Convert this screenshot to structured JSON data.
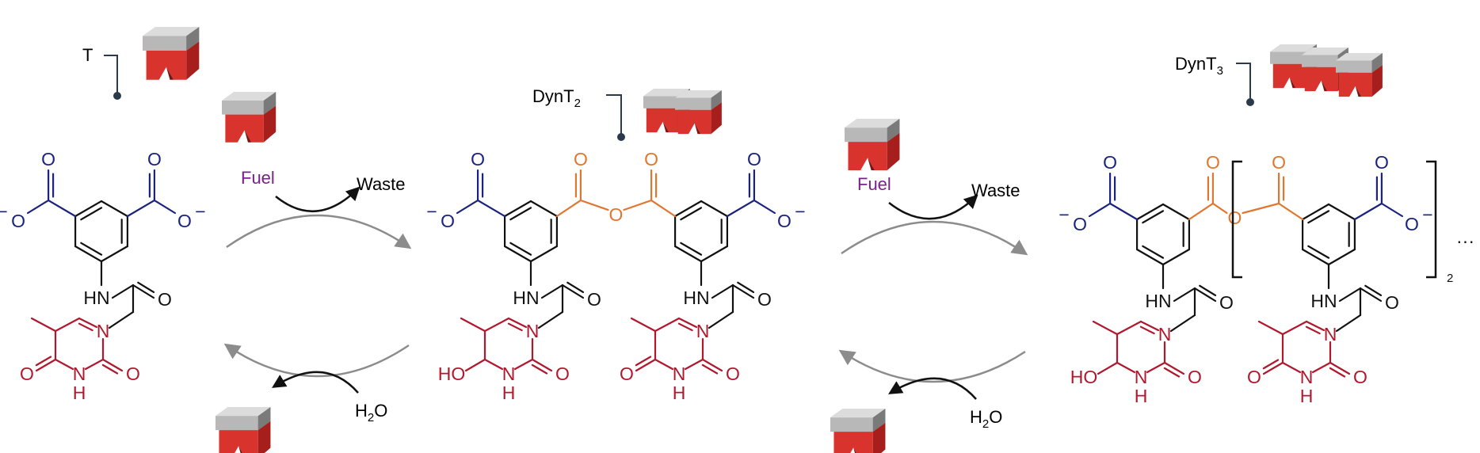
{
  "labels": {
    "monomer": {
      "main": "T",
      "sub": ""
    },
    "dimer": {
      "main": "DynT",
      "sub": "2"
    },
    "trimer": {
      "main": "DynT",
      "sub": "3"
    }
  },
  "reactions": {
    "fuel": "Fuel",
    "waste": "Waste",
    "water": {
      "main": "H",
      "sub": "2",
      "tail": "O"
    }
  },
  "atoms": {
    "O": "O",
    "O_minus": "O",
    "minus": "−",
    "HN": "HN",
    "N": "N",
    "H": "H",
    "HO": "HO"
  },
  "repeat_subscript": "2",
  "ellipsis": "···",
  "colors": {
    "carboxylate": "#1a237e",
    "anhydride": "#e0762f",
    "thymine": "#b0182e",
    "backbone": "#111111",
    "fuel": "#7a1f8c",
    "arrow_gray": "#8c8c8c",
    "pin": "#2b3a4a",
    "block_red": "#d8332c",
    "block_gray": "#9a9a9a"
  }
}
